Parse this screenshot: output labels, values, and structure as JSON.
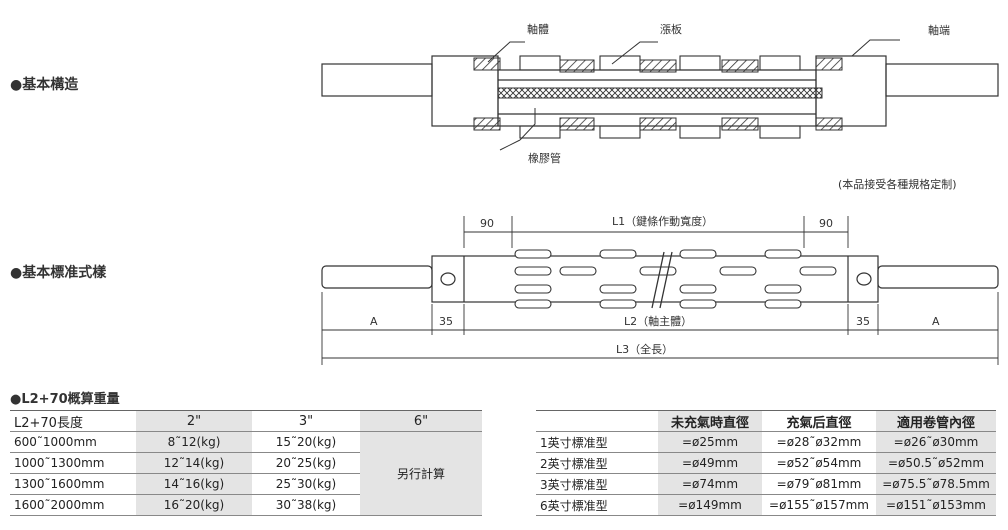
{
  "structure": {
    "label": "●基本構造",
    "part_shaft_body": "軸體",
    "part_expansion_plate": "漲板",
    "part_shaft_end": "軸端",
    "part_rubber_tube": "橡膠管",
    "note": "(本品接受各種規格定制)"
  },
  "standard": {
    "label": "●基本標准式樣",
    "dim_90_left": "90",
    "dim_90_right": "90",
    "dim_l1": "L1（鍵條作動寬度）",
    "dim_a_left": "A",
    "dim_35_left": "35",
    "dim_l2": "L2（軸主體）",
    "dim_35_right": "35",
    "dim_a_right": "A",
    "dim_l3": "L3（全長）"
  },
  "weight": {
    "title": "●L2+70概算重量",
    "headers": [
      "L2+70長度",
      "2\"",
      "3\"",
      "6\""
    ],
    "rows": [
      {
        "length": "600˜1000mm",
        "w2": "8˜12(kg)",
        "w3": "15˜20(kg)"
      },
      {
        "length": "1000˜1300mm",
        "w2": "12˜14(kg)",
        "w3": "20˜25(kg)"
      },
      {
        "length": "1300˜1600mm",
        "w2": "14˜16(kg)",
        "w3": "25˜30(kg)"
      },
      {
        "length": "1600˜2000mm",
        "w2": "16˜20(kg)",
        "w3": "30˜38(kg)"
      }
    ],
    "merged_6": "另行計算"
  },
  "specs": {
    "headers": [
      "",
      "未充氣時直徑",
      "充氣后直徑",
      "適用卷管內徑"
    ],
    "rows": [
      {
        "type": "1英寸標准型",
        "d1": "=ø25mm",
        "d2": "=ø28˜ø32mm",
        "d3": "=ø26˜ø30mm"
      },
      {
        "type": "2英寸標准型",
        "d1": "=ø49mm",
        "d2": "=ø52˜ø54mm",
        "d3": "=ø50.5˜ø52mm"
      },
      {
        "type": "3英寸標准型",
        "d1": "=ø74mm",
        "d2": "=ø79˜ø81mm",
        "d3": "=ø75.5˜ø78.5mm"
      },
      {
        "type": "6英寸標准型",
        "d1": "=ø149mm",
        "d2": "=ø155˜ø157mm",
        "d3": "=ø151˜ø153mm"
      }
    ]
  }
}
